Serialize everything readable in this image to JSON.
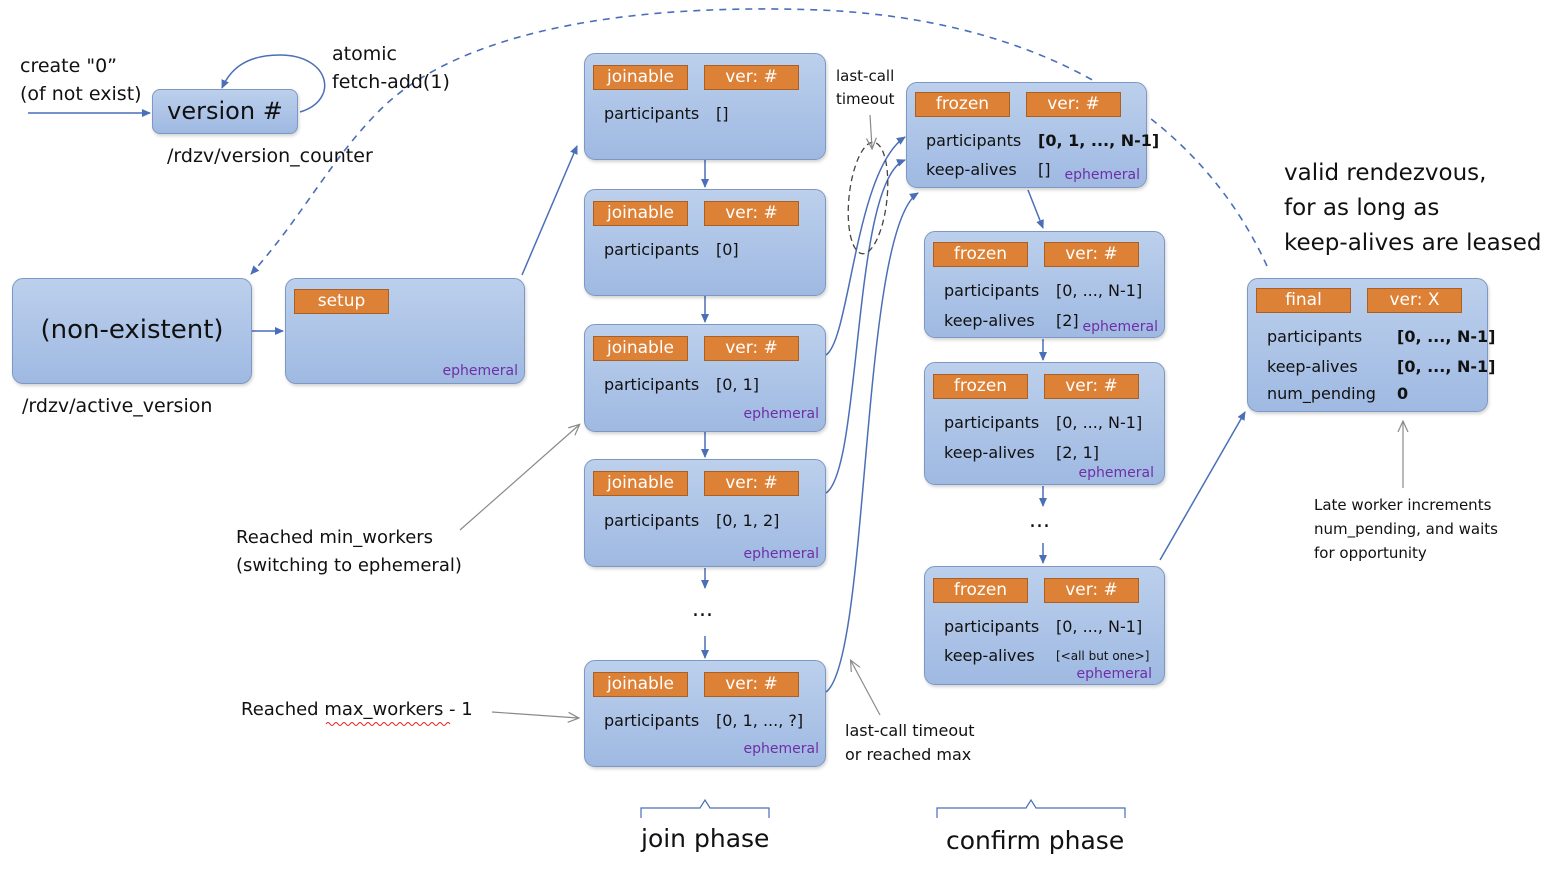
{
  "top": {
    "create_line1": "create \"0”",
    "create_line2": "(of not exist)",
    "atomic_line1": "atomic",
    "atomic_line2": "fetch-add(1)",
    "version_box": "version #",
    "version_path": "/rdzv/version_counter"
  },
  "nonexistent": {
    "label": "(non-existent)",
    "path": "/rdzv/active_version"
  },
  "setup": {
    "tag": "setup",
    "eph": "ephemeral"
  },
  "join": [
    {
      "state": "joinable",
      "ver": "ver: #",
      "plabel": "participants",
      "participants": "[]",
      "eph": ""
    },
    {
      "state": "joinable",
      "ver": "ver: #",
      "plabel": "participants",
      "participants": "[0]",
      "eph": ""
    },
    {
      "state": "joinable",
      "ver": "ver: #",
      "plabel": "participants",
      "participants": "[0, 1]",
      "eph": "ephemeral"
    },
    {
      "state": "joinable",
      "ver": "ver: #",
      "plabel": "participants",
      "participants": "[0, 1, 2]",
      "eph": "ephemeral"
    },
    {
      "state": "joinable",
      "ver": "ver: #",
      "plabel": "participants",
      "participants": "[0, 1, ..., ?]",
      "eph": "ephemeral"
    }
  ],
  "join_ellipsis": "...",
  "confirm": [
    {
      "state": "frozen",
      "ver": "ver: #",
      "plabel": "participants",
      "participants": "[0, 1, ..., N-1]",
      "klabel": "keep-alives",
      "keepalives": "[]",
      "eph": "ephemeral"
    },
    {
      "state": "frozen",
      "ver": "ver: #",
      "plabel": "participants",
      "participants": "[0, ..., N-1]",
      "klabel": "keep-alives",
      "keepalives": "[2]",
      "eph": "ephemeral"
    },
    {
      "state": "frozen",
      "ver": "ver: #",
      "plabel": "participants",
      "participants": "[0, ..., N-1]",
      "klabel": "keep-alives",
      "keepalives": "[2, 1]",
      "eph": "ephemeral"
    },
    {
      "state": "frozen",
      "ver": "ver: #",
      "plabel": "participants",
      "participants": "[0, ..., N-1]",
      "klabel": "keep-alives",
      "keepalives": "[<all but one>]",
      "eph": "ephemeral"
    }
  ],
  "confirm_ellipsis": "...",
  "final": {
    "state": "final",
    "ver": "ver: X",
    "plabel": "participants",
    "participants": "[0, ..., N-1]",
    "klabel": "keep-alives",
    "keepalives": "[0, ..., N-1]",
    "nlabel": "num_pending",
    "num_pending": "0"
  },
  "notes": {
    "lastcall_line1": "last-call",
    "lastcall_line2": "timeout",
    "valid_line1": "valid rendezvous,",
    "valid_line2": "for as long as",
    "valid_line3": "keep-alives are leased",
    "minw_line1": "Reached min_workers",
    "minw_line2": "(switching to ephemeral)",
    "maxw": "Reached max_workers - 1",
    "lastmax_line1": "last-call timeout",
    "lastmax_line2": "or reached max",
    "late_line1": "Late worker increments",
    "late_line2": "num_pending, and waits",
    "late_line3": "for opportunity"
  },
  "phases": {
    "join": "join phase",
    "confirm": "confirm phase"
  },
  "colors": {
    "box": "#a9c1e6",
    "tag": "#dd8136",
    "arrow": "#4a6fb8",
    "ephemeral": "#6e2fa6"
  }
}
